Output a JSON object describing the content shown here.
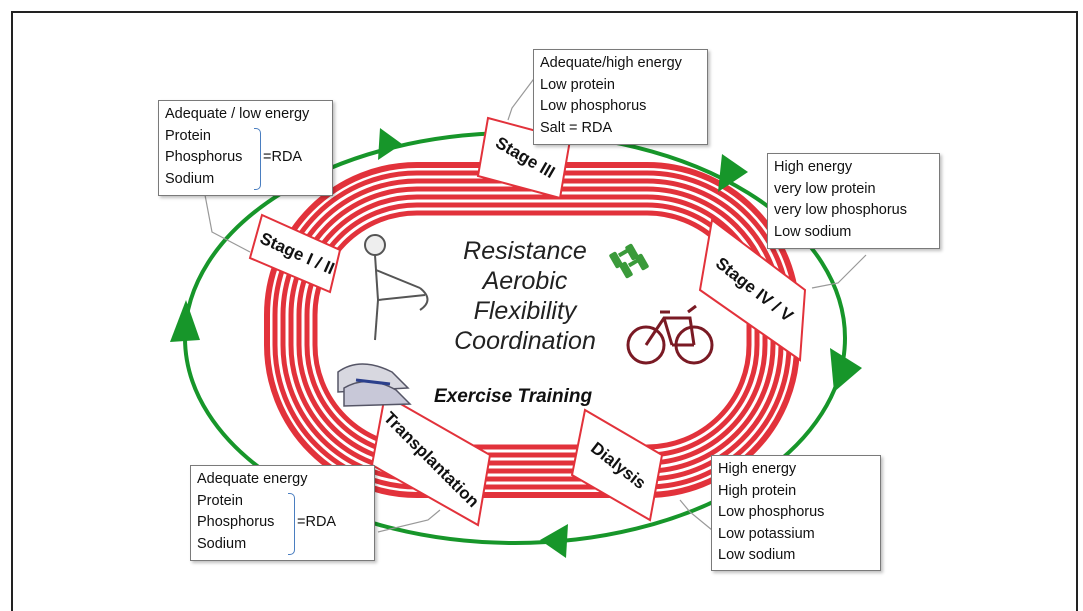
{
  "center": {
    "activities": [
      "Resistance",
      "Aerobic",
      "Flexibility",
      "Coordination"
    ],
    "title": "Exercise Training"
  },
  "stages": {
    "stage_1_2": "Stage I / II",
    "stage_3": "Stage III",
    "stage_4_5": "Stage IV / V",
    "dialysis": "Dialysis",
    "transplantation": "Transplantation"
  },
  "boxes": {
    "stage_1_2": {
      "line1": "Adequate / low energy",
      "bracket_items": [
        "Protein",
        "Phosphorus",
        "Sodium"
      ],
      "bracket_label": "=RDA"
    },
    "stage_3": {
      "lines": [
        "Adequate/high energy",
        "Low protein",
        "Low phosphorus",
        "Salt = RDA"
      ]
    },
    "stage_4_5": {
      "lines": [
        "High energy",
        "very low protein",
        "very low phosphorus",
        "Low sodium"
      ]
    },
    "dialysis": {
      "lines": [
        "High energy",
        "High protein",
        "Low phosphorus",
        "Low potassium",
        "Low sodium"
      ]
    },
    "transplantation": {
      "line1": "Adequate energy",
      "bracket_items": [
        "Protein",
        "Phosphorus",
        "Sodium"
      ],
      "bracket_label": "=RDA"
    }
  },
  "icons": [
    "stretching-person-icon",
    "dumbbells-icon",
    "bicycle-icon",
    "running-shoes-icon"
  ],
  "colors": {
    "track_red": "#e2323b",
    "cycle_green": "#17962a",
    "box_border": "#7a7a7a",
    "bracket_blue": "#4a7ec0"
  }
}
